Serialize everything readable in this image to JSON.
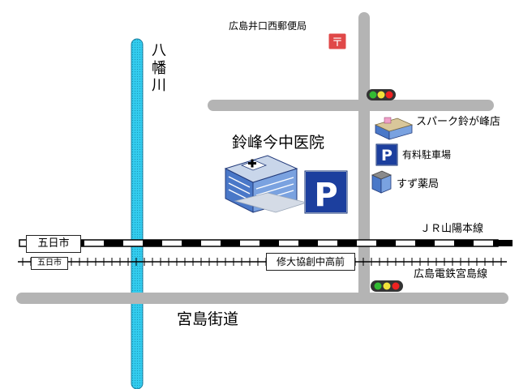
{
  "map": {
    "labels": {
      "post_office": "広島井口西郵便局",
      "river": "八幡川",
      "clinic": "鈴峰今中医院",
      "supermarket": "スパーク鈴が峰店",
      "paid_parking": "有料駐車場",
      "pharmacy": "すず薬局",
      "jr_line": "ＪＲ山陽本線",
      "jr_station": "五日市",
      "tram_line": "広島電鉄宮島線",
      "tram_station": "五日市",
      "tram_stop": "修大協創中高前",
      "highway": "宮島街道"
    },
    "icons": {
      "parking_glyph": "P",
      "post_glyph": "〒"
    },
    "colors": {
      "road": "#b4b4b4",
      "river": "#33ccee",
      "parking": "#1c3f9e",
      "post_office": "#e04848",
      "signal_red": "#ee2222",
      "signal_yellow": "#f2e23a",
      "signal_green": "#33bb33"
    }
  }
}
